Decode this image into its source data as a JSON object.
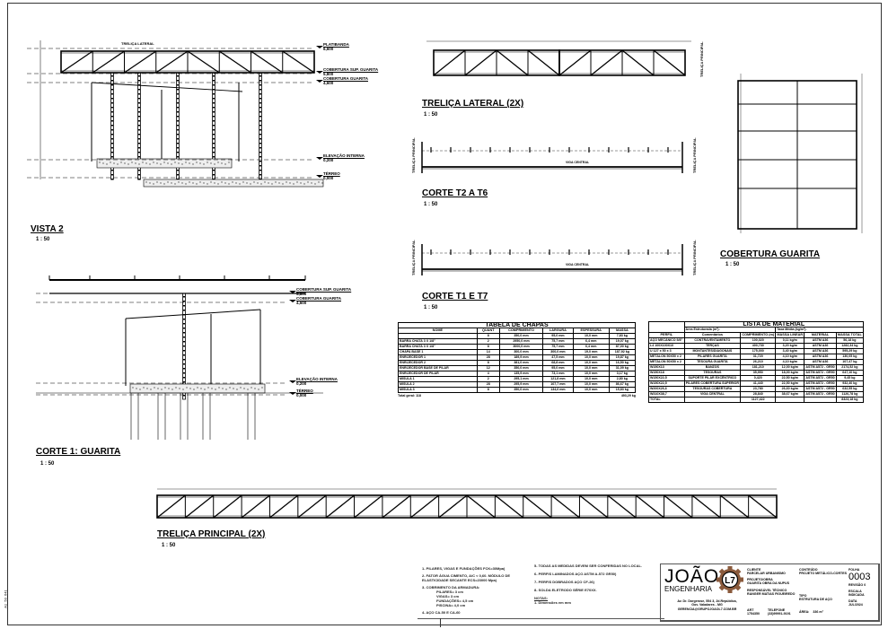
{
  "views": {
    "vista2": {
      "title": "VISTA 2",
      "scale": "1 : 50",
      "truss_label": "TRELIÇA LATERAL",
      "levels": [
        {
          "name": "PLATIBANDA",
          "value": "6,600"
        },
        {
          "name": "COBERTURA SUP. GUARITA",
          "value": "5,800"
        },
        {
          "name": "COBERTURA GUARITA",
          "value": "4,600"
        },
        {
          "name": "ELEVAÇÃO INTERNA",
          "value": "0,200"
        },
        {
          "name": "TÉRREO",
          "value": "0,000"
        }
      ]
    },
    "corte1": {
      "title": "CORTE 1: GUARITA",
      "scale": "1 : 50",
      "levels": [
        {
          "name": "COBERTURA SUP. GUARITA",
          "value": "5,800"
        },
        {
          "name": "COBERTURA GUARITA",
          "value": "4,600"
        },
        {
          "name": "ELEVAÇÃO INTERNA",
          "value": "0,200"
        },
        {
          "name": "TÉRREO",
          "value": "0,000"
        }
      ]
    },
    "trelica_lateral": {
      "title": "TRELIÇA LATERAL (2X)",
      "scale": "1 : 50",
      "side_label": "TRELIÇA PRINCIPAL"
    },
    "corte_t2_t6": {
      "title": "CORTE T2 A T6",
      "scale": "1 : 50",
      "side_label": "TRELIÇA PRINCIPAL",
      "beam_label": "VIGA CENTRAL"
    },
    "corte_t1_t7": {
      "title": "CORTE T1 E T7",
      "scale": "1 : 50",
      "side_label": "TRELIÇA PRINCIPAL",
      "beam_label": "VIGA CENTRAL"
    },
    "cobertura_guarita": {
      "title": "COBERTURA GUARITA",
      "scale": "1 : 50"
    },
    "trelica_principal": {
      "title": "TRELIÇA PRINCIPAL (2X)",
      "scale": "1 : 50"
    }
  },
  "tabela_chapas": {
    "title": "TABELA DE CHAPAS",
    "headers": [
      "NOME",
      "QUANT",
      "COMPRIMENTO",
      "LARGURA",
      "ESPESSURA",
      "MASSA"
    ],
    "rows": [
      [
        "",
        "8",
        "350,0 mm",
        "95,0 mm",
        "10,0 mm",
        "7,83 kg"
      ],
      [
        "BARRA CHATA 3 X 1/8\"",
        "2",
        "2950,0 mm",
        "75,7 mm",
        "6,4 mm",
        "19,07 kg"
      ],
      [
        "BARRA CHATA 3 X 1/8\"",
        "8",
        "3000,0 mm",
        "75,7 mm",
        "6,4 mm",
        "87,00 kg"
      ],
      [
        "CHAPA BASE 1",
        "14",
        "300,0 mm",
        "300,0 mm",
        "19,0 mm",
        "187,92 kg"
      ],
      [
        "ENRIJECEDOR 1",
        "28",
        "189,9 mm",
        "47,5 mm",
        "10,0 mm",
        "19,87 kg"
      ],
      [
        "ENRIJECEDOR 2",
        "8",
        "381,0 mm",
        "68,8 mm",
        "10,0 mm",
        "16,50 kg"
      ],
      [
        "ENRIJECEDOR BASE DE PILAR",
        "12",
        "350,0 mm",
        "95,0 mm",
        "10,0 mm",
        "31,09 kg"
      ],
      [
        "ENRIJECEDOR DE PILAR",
        "4",
        "135,9 mm",
        "73,1 mm",
        "10,0 mm",
        "3,17 kg"
      ],
      [
        "MISULA 1",
        "2",
        "295,1 mm",
        "121,8 mm",
        "10,0 mm",
        "2,80 kg"
      ],
      [
        "MISULA 2",
        "28",
        "295,9 mm",
        "107,7 mm",
        "10,0 mm",
        "86,67 kg"
      ],
      [
        "MISULA 3",
        "8",
        "350,0 mm",
        "134,6 mm",
        "10,0 mm",
        "15,83 kg"
      ]
    ],
    "total_label": "Total geral: 118",
    "total_mass": "493,29 kg"
  },
  "lista_material": {
    "title": "LISTA DE MATERIAL",
    "area_label": "Área Estruturada (m²):",
    "taxa_label": "Taxa Média (kg/m²):",
    "headers": [
      "PERFIL",
      "Comentários",
      "COMPRIMENTO (m)",
      "MASSA LINEAR",
      "MATERIAL",
      "MASSA TOTAL"
    ],
    "rows": [
      [
        "AÇO MECÂNICO 5/8\"",
        "CONTRAVENTAMENTO",
        "100,020",
        "0,11 kg/m",
        "ASTM A36",
        "56,18 kg"
      ],
      [
        "L4 100X100X10",
        "TERÇAS",
        "400,730",
        "3,20 kg/m",
        "ASTM A36",
        "1282,34 kg"
      ],
      [
        "U 127 x 50 x 3",
        "MONTANTES/DIAGONAIS",
        "175,000",
        "3,40 kg/m",
        "ASTM A36",
        "595,29 kg"
      ],
      [
        "METALON 50X50 x 2",
        "PILARES GUARITA",
        "31,720",
        "4,10 kg/m",
        "ASTM A36",
        "130,05 kg"
      ],
      [
        "METALON 50X50 x 2",
        "TESOURA GUARITA",
        "26,210",
        "4,10 kg/m",
        "ASTM A36",
        "107,47 kg"
      ],
      [
        "W150X13",
        "BANZOS",
        "181,210",
        "12,00 kg/m",
        "ASTM A572 - GR50",
        "2174,52 kg"
      ],
      [
        "W150X18",
        "TESOURAS",
        "35,950",
        "18,00 kg/m",
        "ASTM A572 - GR50",
        "647,10 kg"
      ],
      [
        "W150X22,5",
        "SUPORTE PILAR EXCÊNTRICO",
        "0,420",
        "22,50 kg/m",
        "ASTM A572 - GR50",
        "9,45 kg"
      ],
      [
        "W150X22,5",
        "PILARES COBERTURA SUPERIOR",
        "41,440",
        "22,50 kg/m",
        "ASTM A572 - GR50",
        "932,40 kg"
      ],
      [
        "W200X26,6",
        "TESOURAS COBERTURA",
        "23,780",
        "26,60 kg/m",
        "ASTM A572 - GR50",
        "632,55 kg"
      ],
      [
        "W310X38,7",
        "VIGA CENTRAL",
        "28,840",
        "38,67 kg/m",
        "ASTM A572 - GR50",
        "1126,78 kg"
      ]
    ],
    "total": [
      "TOTAL",
      "",
      "1127,422",
      "",
      "",
      "8323,18 kg"
    ]
  },
  "notes": {
    "left": [
      "1- PILARES, VIGAS E FUNDAÇÕES FCK=30Mpa)",
      "2- FATOR ÁGUA CIMENTO, A/C < 0,60. MÓDULO DE ELASTICIDADE SECANTE ECS=23000 Mpa)",
      "3- COBRIMENTO DA ARMADURA:",
      "PILARES= 3 cm",
      "VIGAS= 3 cm",
      "FUNDAÇÕES= 4,5 cm",
      "PISCINA= 4,0 cm",
      "4- AÇO CA-50 E CA-60"
    ],
    "right": [
      "5- TODAS AS MEDIDAS DEVEM SER CONFERIDAS NO LOCAL.",
      "6- PERFIS LAMINADOS AÇO ASTM A-572 GR50)",
      "7- PERFIS DOBRADOS AÇO CF-26)",
      "8- SOLDA ELETRODO SÉRIE E70XX."
    ],
    "heading": "NOTAS:",
    "note1": "1. Dimensões em mm"
  },
  "title_block": {
    "logo_text": "JOÃO",
    "logo_sub": "ENGENHARIA",
    "logo_mark": "L7",
    "address": [
      "Av. Dr. Dorgerose, 554 3, Jd.República,",
      "Gov. Valadares - MG",
      "GERENCIA@GRUPOJOAOL7.COM.BR"
    ],
    "cliente_label": "CLIENTE",
    "cliente": "PARCELAR URBANISMO",
    "projeto_label": "PROJETO/OBRA",
    "projeto": "GUARITA OBRA DA NUPUS",
    "resp_label": "RESPONSÁVEL TÉCNICO",
    "resp": "RANGER MATIAS FIGUEIREDO",
    "art_label": "ART",
    "art": "1754350",
    "tel_label": "TELEFONE",
    "tel": "(33)99991-9191",
    "conteudo_label": "CONTEÚDO",
    "conteudo": "PROJETO METÁLICO-CORTES",
    "tipo_label": "TIPO",
    "tipo": "ESTRUTURA DE AÇO",
    "area_label": "ÁREA:",
    "area": "336 m²",
    "folha_label": "FOLHA",
    "folha": "0003",
    "revisao_label": "REVISÃO",
    "revisao": "0",
    "escala_label": "ESCALA",
    "escala": "INDICADA",
    "data_label": "DATA",
    "data": "JUL/2024"
  },
  "side_stamp": "A1_50_641",
  "colors": {
    "line": "#000000",
    "accent_brown": "#8a5a3c",
    "dim_blue": "#1a3a8a"
  }
}
